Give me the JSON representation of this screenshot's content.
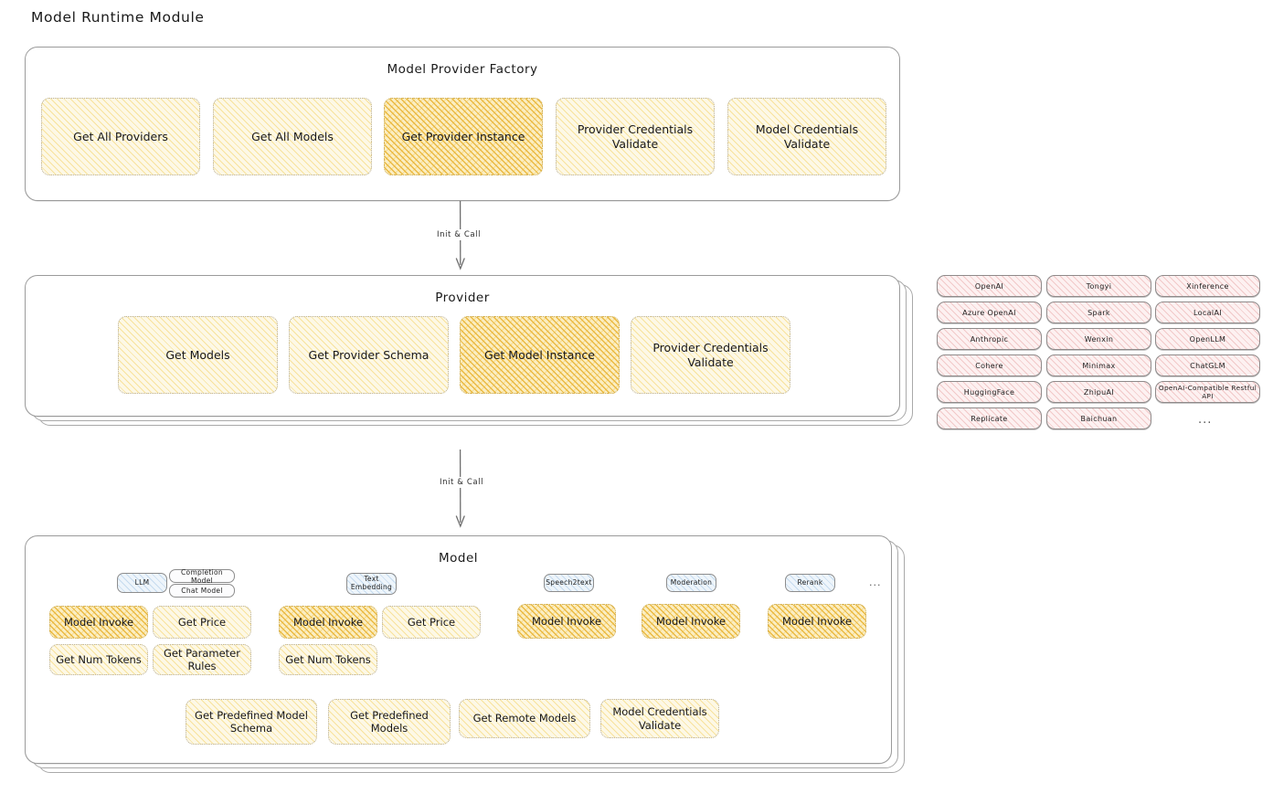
{
  "page": {
    "title": "Model Runtime Module",
    "background_color": "#ffffff",
    "accent_amber": "#f3d05d",
    "accent_amber_highlight": "#e9b22d",
    "accent_pink": "#e49696",
    "accent_blue": "#78aad7"
  },
  "factory": {
    "title": "Model Provider Factory",
    "nodes": [
      {
        "label": "Get All Providers",
        "highlighted": false
      },
      {
        "label": "Get All Models",
        "highlighted": false
      },
      {
        "label": "Get Provider Instance",
        "highlighted": true
      },
      {
        "label": "Provider Credentials Validate",
        "highlighted": false
      },
      {
        "label": "Model Credentials Validate",
        "highlighted": false
      }
    ]
  },
  "arrow_factory_to_provider": {
    "label": "Init & Call"
  },
  "provider": {
    "title": "Provider",
    "nodes": [
      {
        "label": "Get Models",
        "highlighted": false
      },
      {
        "label": "Get Provider Schema",
        "highlighted": false
      },
      {
        "label": "Get Model Instance",
        "highlighted": true
      },
      {
        "label": "Provider Credentials Validate",
        "highlighted": false
      }
    ]
  },
  "arrow_provider_to_model": {
    "label": "Init & Call"
  },
  "provider_list": {
    "columns": [
      [
        "OpenAI",
        "Azure OpenAI",
        "Anthropic",
        "Cohere",
        "HuggingFace",
        "Replicate"
      ],
      [
        "Tongyi",
        "Spark",
        "Wenxin",
        "Minimax",
        "ZhipuAI",
        "Baichuan"
      ],
      [
        "Xinference",
        "LocalAI",
        "OpenLLM",
        "ChatGLM",
        "OpenAI-Compatible Restful API"
      ]
    ],
    "more_indicator": "..."
  },
  "model": {
    "title": "Model",
    "more_indicator": "...",
    "types": [
      {
        "name": "LLM",
        "style": "blue",
        "subtypes": [
          "Completion Model",
          "Chat Model"
        ],
        "nodes": [
          {
            "label": "Model Invoke",
            "highlighted": true
          },
          {
            "label": "Get Price",
            "highlighted": false
          },
          {
            "label": "Get Num Tokens",
            "highlighted": false
          },
          {
            "label": "Get Parameter Rules",
            "highlighted": false
          }
        ]
      },
      {
        "name": "Text Embedding",
        "style": "blue",
        "subtypes": [],
        "nodes": [
          {
            "label": "Model Invoke",
            "highlighted": true
          },
          {
            "label": "Get Price",
            "highlighted": false
          },
          {
            "label": "Get Num Tokens",
            "highlighted": false
          }
        ]
      },
      {
        "name": "Speech2text",
        "style": "blue",
        "subtypes": [],
        "nodes": [
          {
            "label": "Model Invoke",
            "highlighted": true
          }
        ]
      },
      {
        "name": "Moderation",
        "style": "blue",
        "subtypes": [],
        "nodes": [
          {
            "label": "Model Invoke",
            "highlighted": true
          }
        ]
      },
      {
        "name": "Rerank",
        "style": "blue",
        "subtypes": [],
        "nodes": [
          {
            "label": "Model Invoke",
            "highlighted": true
          }
        ]
      }
    ],
    "common_nodes": [
      {
        "label": "Get Predefined Model Schema",
        "highlighted": false
      },
      {
        "label": "Get Predefined Models",
        "highlighted": false
      },
      {
        "label": "Get Remote Models",
        "highlighted": false
      },
      {
        "label": "Model Credentials Validate",
        "highlighted": false
      }
    ]
  }
}
